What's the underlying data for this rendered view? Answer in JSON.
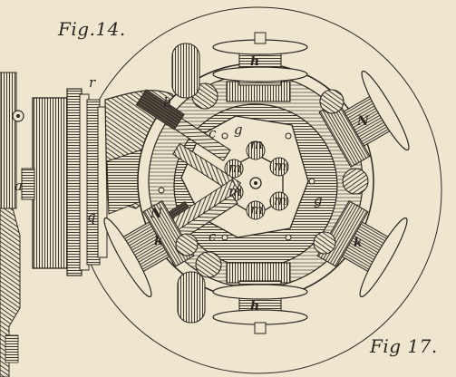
{
  "captions": {
    "fig_top": "Fig.14.",
    "fig_bottom": "Fig 17."
  },
  "labels": {
    "a": "a",
    "r": "r",
    "q": "q",
    "h": "h",
    "c_top": "c",
    "g_top": "g",
    "g_right": "g",
    "c_bottom": "c",
    "m1": "m",
    "m2": "m",
    "m3": "m",
    "m4": "m",
    "m5": "m",
    "m6": "m",
    "n_top": "h",
    "n_bottom": "h",
    "k_right": "k",
    "k_left": "k",
    "N_right": "N",
    "N_left": "N"
  },
  "colors": {
    "paper": "#efe6cf",
    "ink": "#2b2620"
  }
}
